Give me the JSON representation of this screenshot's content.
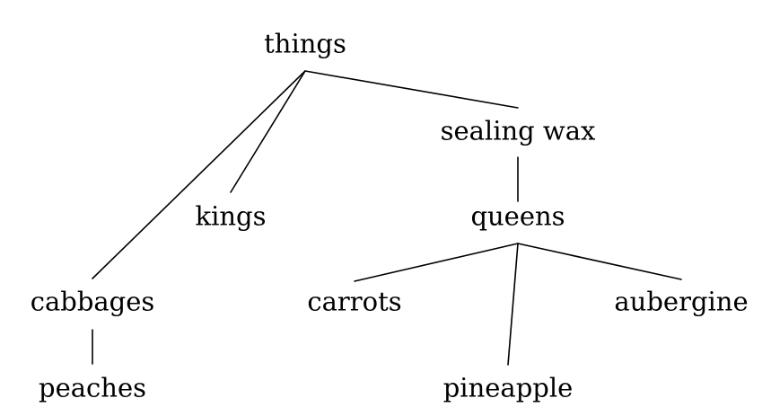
{
  "tree": {
    "nodes": {
      "things": "things",
      "sealing_wax": "sealing wax",
      "kings": "kings",
      "queens": "queens",
      "cabbages": "cabbages",
      "carrots": "carrots",
      "aubergine": "aubergine",
      "peaches": "peaches",
      "pineapple": "pineapple"
    },
    "edges": [
      [
        "things",
        "cabbages"
      ],
      [
        "things",
        "kings"
      ],
      [
        "things",
        "sealing_wax"
      ],
      [
        "sealing_wax",
        "queens"
      ],
      [
        "cabbages",
        "peaches"
      ],
      [
        "queens",
        "carrots"
      ],
      [
        "queens",
        "pineapple"
      ],
      [
        "queens",
        "aubergine"
      ]
    ]
  }
}
